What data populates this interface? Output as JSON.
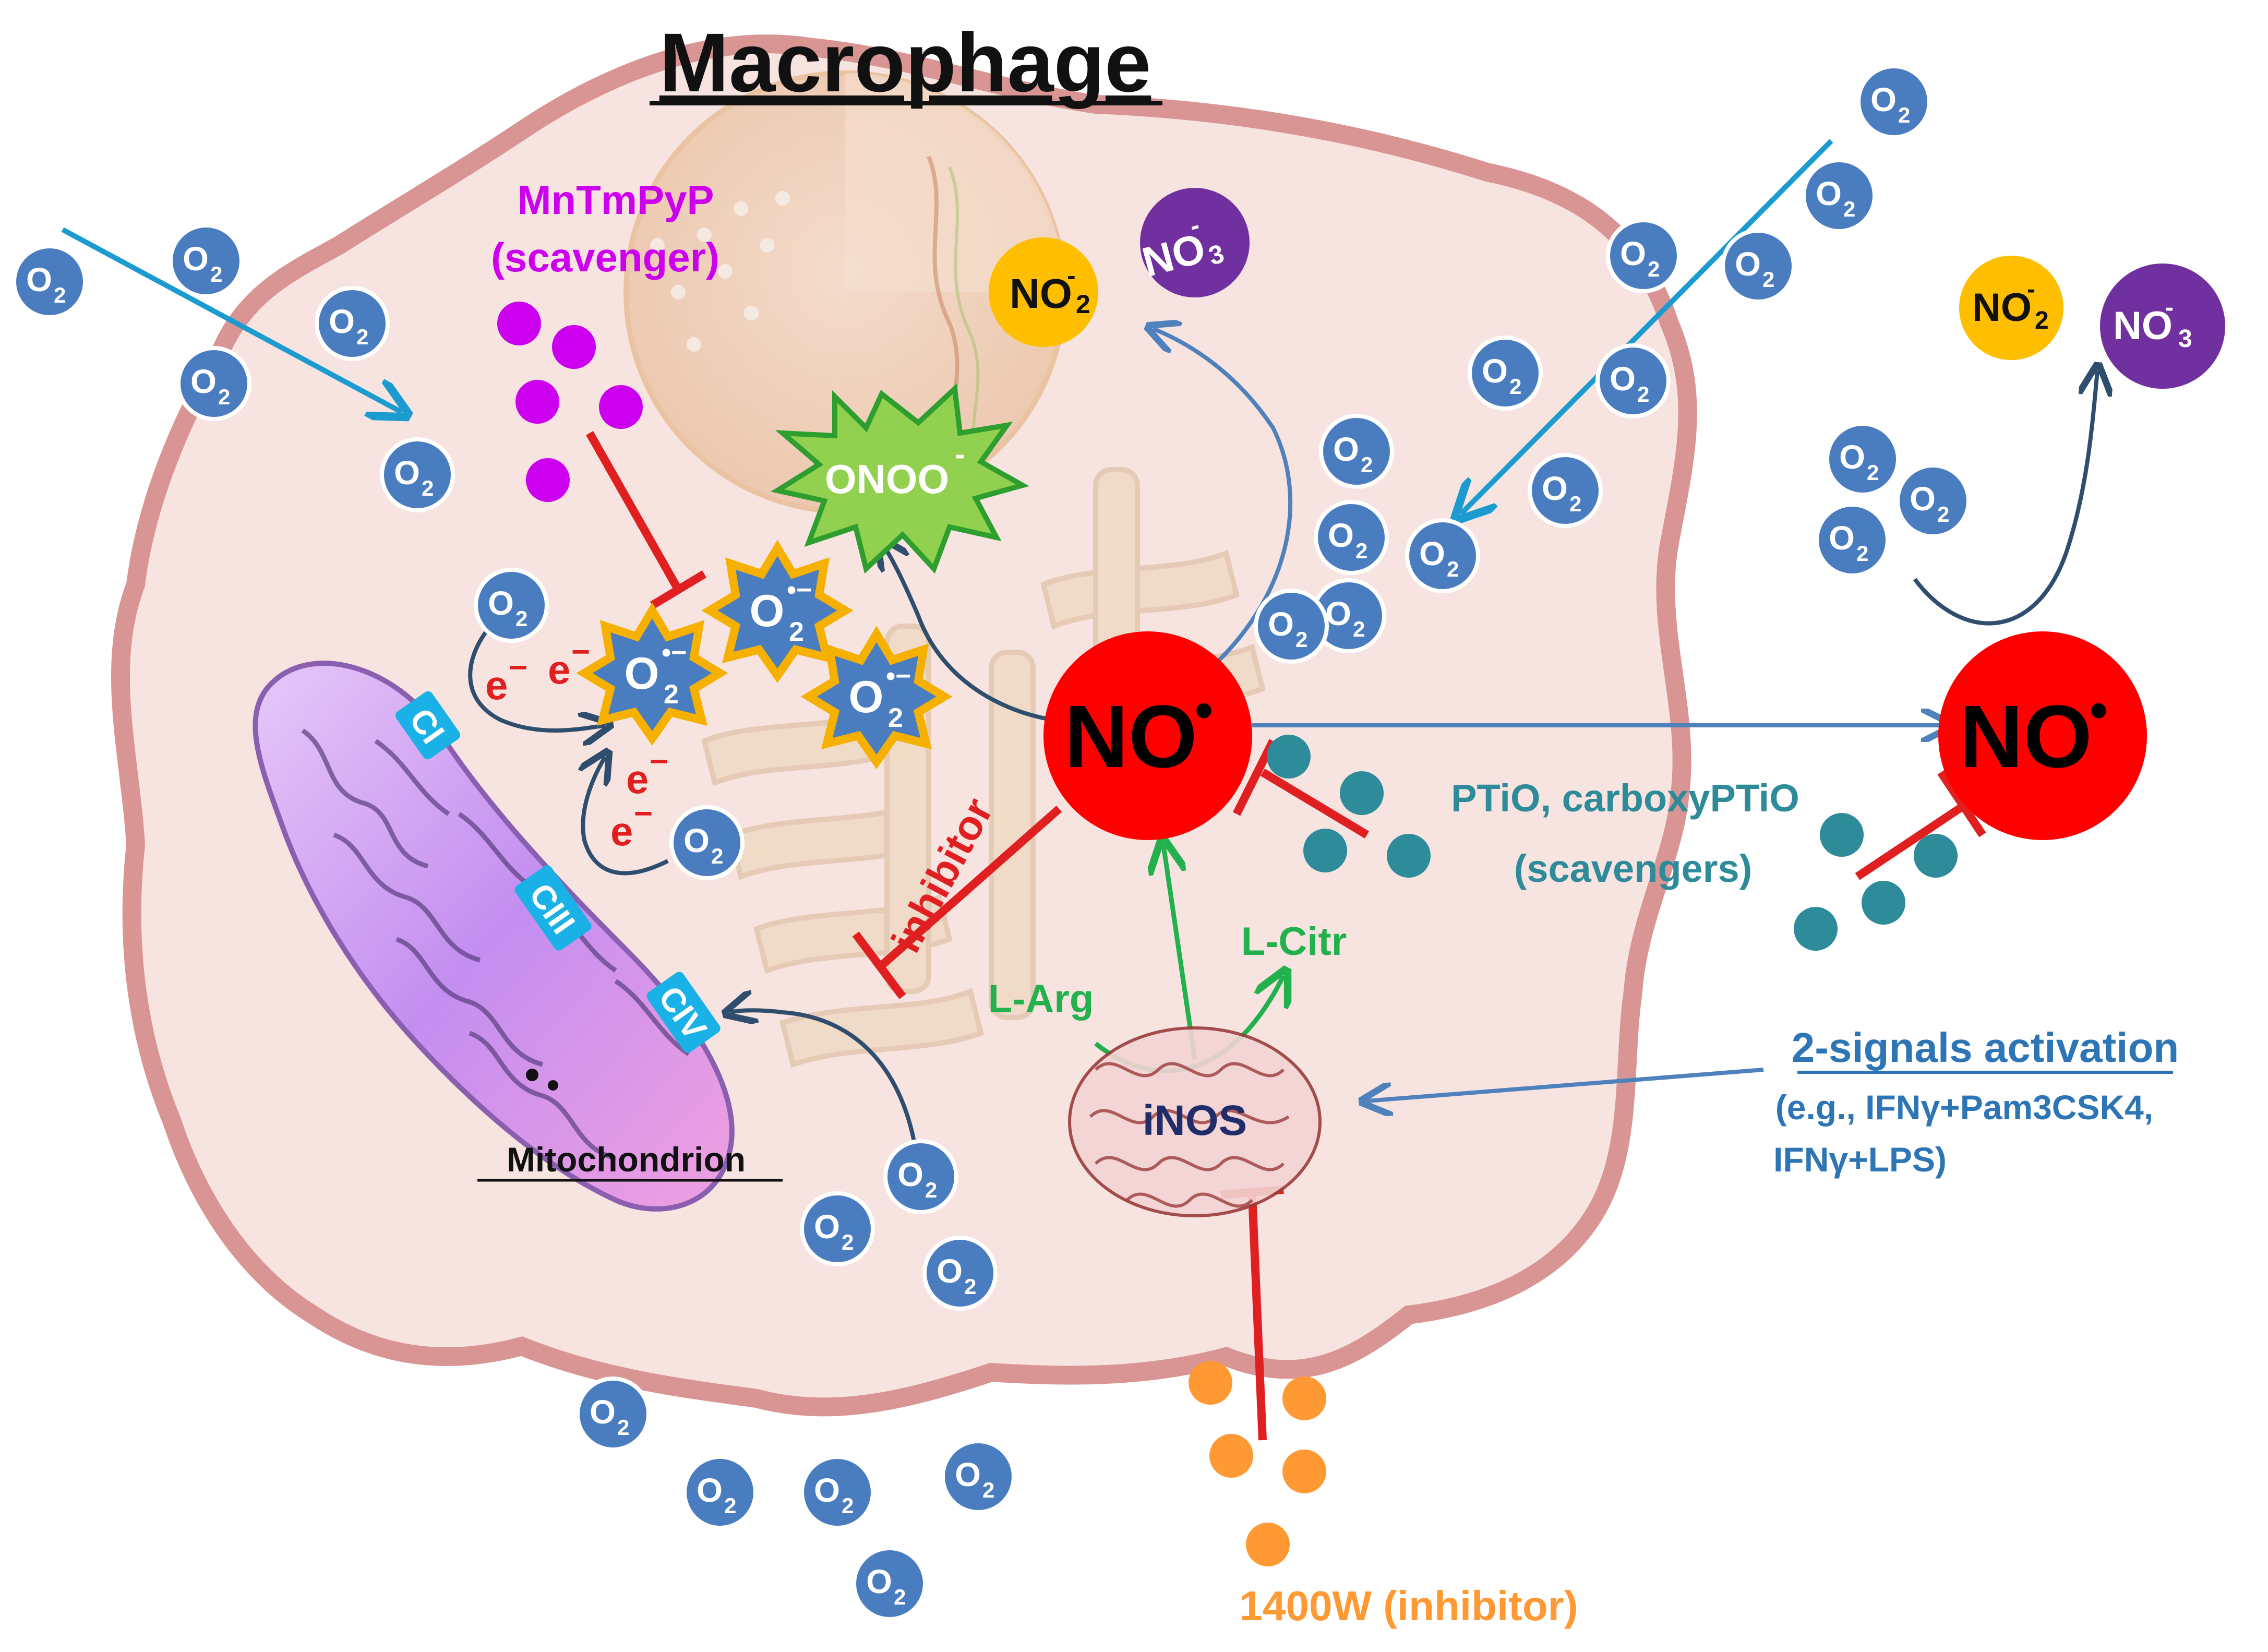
{
  "title": "Macrophage",
  "labels": {
    "mntmpyp_name": "MnTmPyP",
    "mntmpyp_role": "(scavenger)",
    "onoo": "ONOO",
    "onoo_sup": "-",
    "no2_out": "NO",
    "no2_out_sup": "-",
    "no2_out_sub": "2",
    "no3_out": "NO",
    "no3_out_sup": "-",
    "no3_out_sub": "3",
    "no2_in": "NO",
    "no2_in_sup": "-",
    "no2_in_sub": "2",
    "no3_in": "NO",
    "no3_in_sup": "-",
    "no3_in_sub": "3",
    "no_radical": "NO",
    "no_dot": "•",
    "superoxide": "O",
    "superoxide_sub": "2",
    "superoxide_sup": "•−",
    "electron": "e",
    "electron_sup": "−",
    "inhibitor": "inhibitor",
    "ptio_line1": "PTiO, carboxyPTiO",
    "ptio_line2": "(scavengers)",
    "larg": "L-Arg",
    "lcitr": "L-Citr",
    "inos": "iNOS",
    "activation_title": "2-signals activation",
    "activation_line1": "(e.g., IFNγ+Pam3CSK4,",
    "activation_line2": "IFNγ+LPS)",
    "w1400": "1400W (inhibitor)",
    "mitochondrion": "Mitochondrion",
    "ci": "CI",
    "ciii": "CIII",
    "civ": "CIV",
    "o2": "O",
    "o2_sub": "2"
  },
  "colors": {
    "o2_blue": "#4a7dbf",
    "no_red": "#ff0000",
    "inhibit_red": "#e02020",
    "magenta": "#cc00ee",
    "teal": "#2e8b99",
    "orange": "#ff9933",
    "green": "#22b14c",
    "nitrite_yellow": "#ffbf00",
    "nitrate_purple": "#7030a0",
    "onoo_green": "#92d050",
    "arrow_blue": "#4f81bd",
    "arrow_navy": "#2f4e6e",
    "cyan_arrow": "#1b9bcf",
    "membrane": "#d99594",
    "cytoplasm": "#f7e4e1",
    "mito_purple": "#c89bf0",
    "complex_cyan": "#1ab2e6"
  }
}
